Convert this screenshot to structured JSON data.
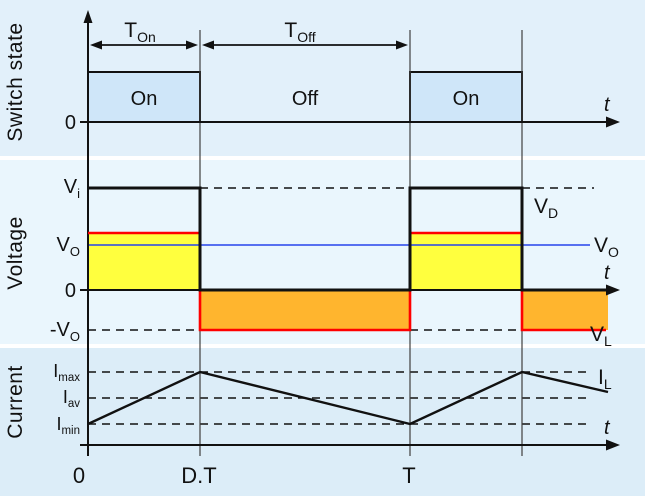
{
  "side_labels": {
    "switch": "Switch state",
    "voltage": "Voltage",
    "current": "Current"
  },
  "switch_panel": {
    "t_on": {
      "base": "T",
      "sub": "On"
    },
    "t_off": {
      "base": "T",
      "sub": "Off"
    },
    "segment_on1": "On",
    "segment_off": "Off",
    "segment_on2": "On",
    "zero": "0",
    "time_axis": "t"
  },
  "voltage_panel": {
    "v_i": {
      "base": "V",
      "sub": "i"
    },
    "v_o_left": {
      "base": "V",
      "sub": "O"
    },
    "zero": "0",
    "neg_v_o": {
      "base": "-V",
      "sub": "O"
    },
    "v_d": {
      "base": "V",
      "sub": "D"
    },
    "v_o_right": {
      "base": "V",
      "sub": "O"
    },
    "v_l": {
      "base": "V",
      "sub": "L"
    },
    "time_axis": "t"
  },
  "current_panel": {
    "i_max": {
      "base": "I",
      "sub": "max"
    },
    "i_av": {
      "base": "I",
      "sub": "av"
    },
    "i_min": {
      "base": "I",
      "sub": "min"
    },
    "i_l": {
      "base": "I",
      "sub": "L"
    },
    "time_axis": "t"
  },
  "x_axis_labels": {
    "origin": "0",
    "duty_time": "D.T",
    "period": "T"
  },
  "colors": {
    "v_l_positive_fill": "#ffff3e",
    "v_l_negative_fill": "#ffb52e",
    "v_l_line": "#ff0000",
    "v_o_line": "#2644ec",
    "switch_on_fill": "#cfe6f9",
    "side_label_text": "#7d7d7d"
  }
}
